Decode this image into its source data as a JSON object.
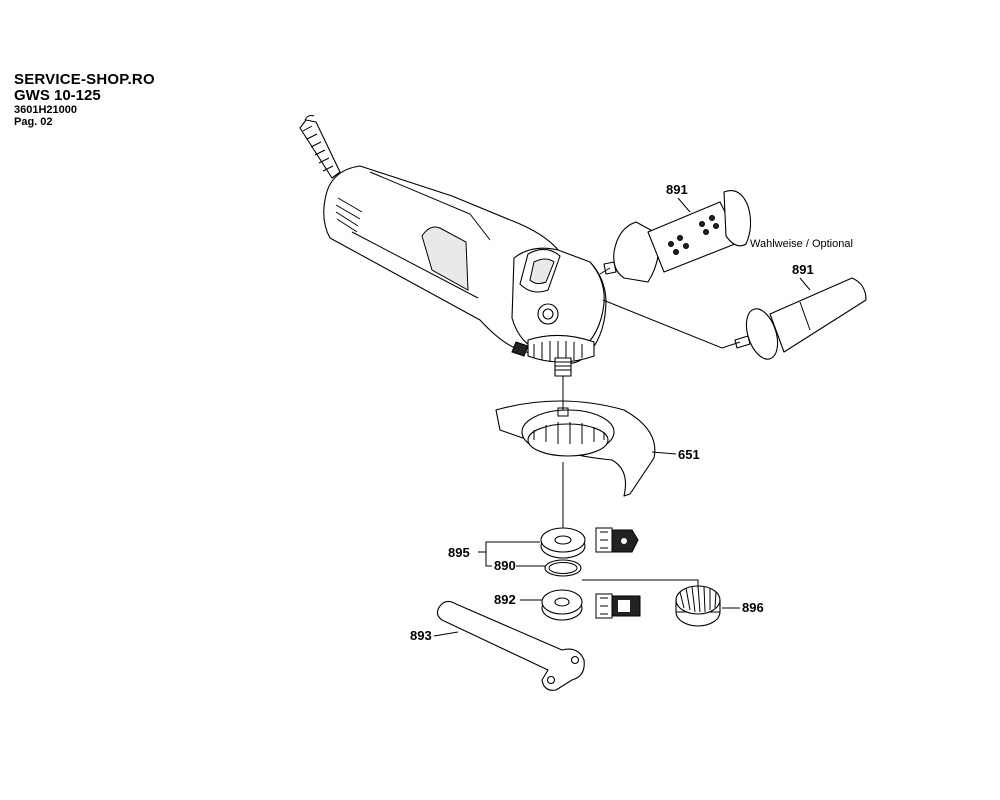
{
  "header": {
    "shop": "SERVICE-SHOP.RO",
    "model": "GWS 10-125",
    "part_number": "3601H21000",
    "page": "Pag. 02"
  },
  "diagram": {
    "option_note": "Wahlweise / Optional",
    "callouts": {
      "c891a": "891",
      "c891b": "891",
      "c651": "651",
      "c895": "895",
      "c890": "890",
      "c892": "892",
      "c896": "896",
      "c893": "893"
    }
  }
}
